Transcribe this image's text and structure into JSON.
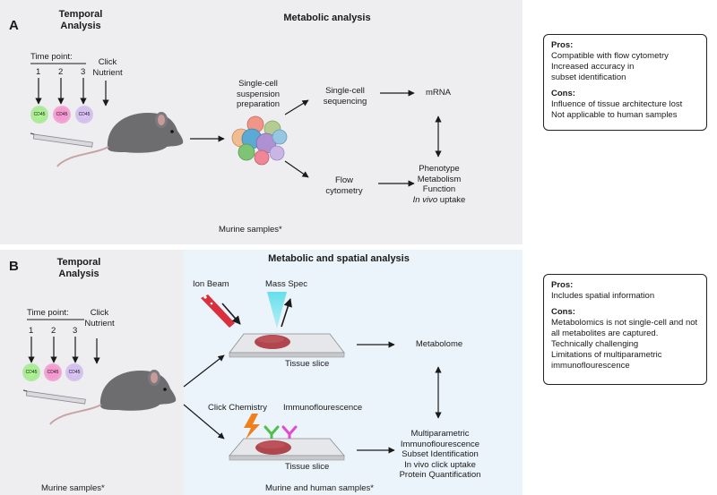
{
  "panel_a": {
    "letter": "A",
    "temporal_title": "Temporal\nAnalysis",
    "metabolic_title": "Metabolic analysis",
    "time_point_label": "Time point:",
    "time_points": [
      "1",
      "2",
      "3"
    ],
    "click_nutrient": "Click\nNutrient",
    "cd45": "CD45",
    "suspension": "Single-cell\nsuspension\npreparation",
    "sequencing": "Single-cell\nsequencing",
    "mrna": "mRNA",
    "flow": "Flow\ncytometry",
    "readout_lines": [
      "Phenotype",
      "Metabolism",
      "Function"
    ],
    "in_vivo": "In vivo",
    "uptake": " uptake",
    "samples": "Murine samples*",
    "pros_heading": "Pros:",
    "pros": "Compatible with flow cytometry\nIncreased accuracy in\nsubset identification",
    "cons_heading": "Cons:",
    "cons": "Influence of tissue architecture lost\nNot applicable to human samples"
  },
  "panel_b": {
    "letter": "B",
    "temporal_title": "Temporal\nAnalysis",
    "metabolic_title": "Metabolic and spatial analysis",
    "time_point_label": "Time point:",
    "time_points": [
      "1",
      "2",
      "3"
    ],
    "click_nutrient": "Click\nNutrient",
    "cd45": "CD45",
    "ion_beam": "Ion Beam",
    "mass_spec": "Mass Spec",
    "tissue_slice_1": "Tissue slice",
    "metabolome": "Metabolome",
    "click_chemistry": "Click Chemistry",
    "immuno": "Immunoflourescence",
    "tissue_slice_2": "Tissue slice",
    "readout": "Multiparametric\nImmunoflourescence\nSubset Identification\nIn vivo click uptake\nProtein Quantification",
    "samples_left": "Murine samples*",
    "samples_right": "Murine and human samples*",
    "pros_heading": "Pros:",
    "pros": "Includes spatial information",
    "cons_heading": "Cons:",
    "cons": "Metabolomics is not single-cell and not\nall metabolites are captured.\nTechnically challenging\nLimitations of multiparametric\nimmunoflourescence"
  },
  "colors": {
    "panel_bg": "#eeeef0",
    "spatial_bg": "#ebf4fa",
    "cd45_green": "#5fe03a",
    "cd45_pink": "#f04fb0",
    "cd45_purple": "#b48ae8",
    "mouse": "#6d6d70",
    "tissue": "#b0474f",
    "beam": "#64e0ec",
    "ion_beam": "#d8303c"
  }
}
